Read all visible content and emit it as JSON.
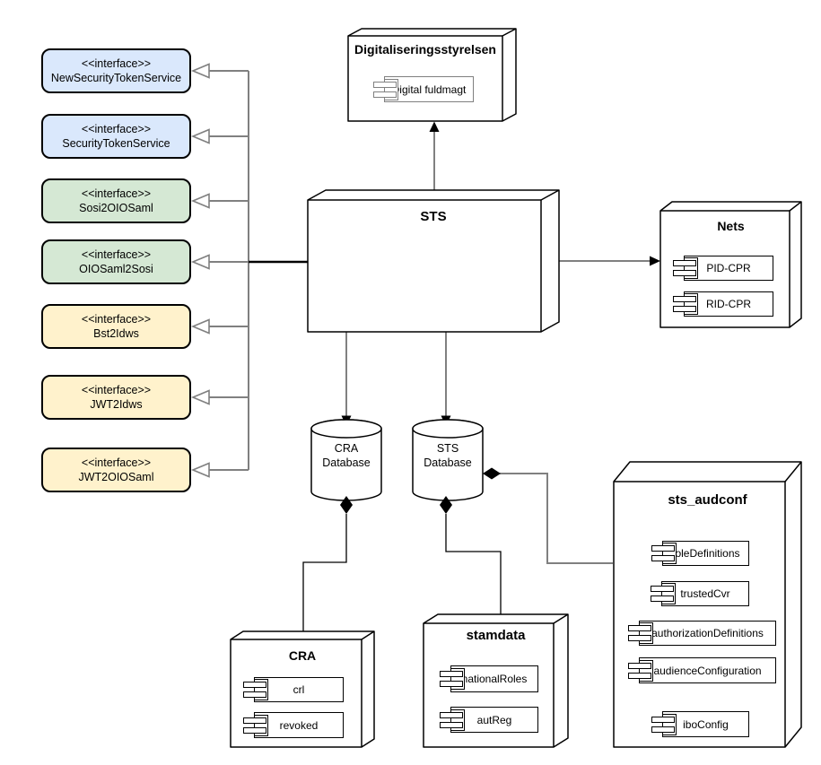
{
  "interfaces": [
    {
      "stereotype": "<<interface>>",
      "name": "NewSecurityTokenService",
      "fill": "#dae8fc"
    },
    {
      "stereotype": "<<interface>>",
      "name": "SecurityTokenService",
      "fill": "#dae8fc"
    },
    {
      "stereotype": "<<interface>>",
      "name": "Sosi2OIOSaml",
      "fill": "#d5e8d4"
    },
    {
      "stereotype": "<<interface>>",
      "name": "OIOSaml2Sosi",
      "fill": "#d5e8d4"
    },
    {
      "stereotype": "<<interface>>",
      "name": "Bst2Idws",
      "fill": "#fff2cc"
    },
    {
      "stereotype": "<<interface>>",
      "name": "JWT2Idws",
      "fill": "#fff2cc"
    },
    {
      "stereotype": "<<interface>>",
      "name": "JWT2OIOSaml",
      "fill": "#fff2cc"
    }
  ],
  "nodes": {
    "digitaliseringsstyrelsen": {
      "title": "Digitaliseringsstyrelsen"
    },
    "sts": {
      "title": "STS"
    },
    "nets": {
      "title": "Nets"
    },
    "cra": {
      "title": "CRA"
    },
    "stamdata": {
      "title": "stamdata"
    },
    "sts_audconf": {
      "title": "sts_audconf"
    }
  },
  "components": {
    "digital_fuldmagt": {
      "label": "Digital fuldmagt"
    },
    "pid_cpr": {
      "label": "PID-CPR"
    },
    "rid_cpr": {
      "label": "RID-CPR"
    },
    "crl": {
      "label": "crl"
    },
    "revoked": {
      "label": "revoked"
    },
    "national_roles": {
      "label": "nationalRoles"
    },
    "aut_reg": {
      "label": "autReg"
    },
    "role_definitions": {
      "label": "roleDefinitions"
    },
    "trusted_cvr": {
      "label": "trustedCvr"
    },
    "authorization_definitions": {
      "label": "authorizationDefinitions"
    },
    "audience_configuration": {
      "label": "audienceConfiguration"
    },
    "ibo_config": {
      "label": "iboConfig"
    }
  },
  "databases": {
    "cra_db": {
      "line1": "CRA",
      "line2": "Database"
    },
    "sts_db": {
      "line1": "STS",
      "line2": "Database"
    }
  },
  "edges": [
    {
      "from": "STS",
      "to": "NewSecurityTokenService",
      "type": "open-triangle"
    },
    {
      "from": "STS",
      "to": "SecurityTokenService",
      "type": "open-triangle"
    },
    {
      "from": "STS",
      "to": "Sosi2OIOSaml",
      "type": "open-triangle"
    },
    {
      "from": "STS",
      "to": "OIOSaml2Sosi",
      "type": "open-triangle"
    },
    {
      "from": "STS",
      "to": "Bst2Idws",
      "type": "open-triangle"
    },
    {
      "from": "STS",
      "to": "JWT2Idws",
      "type": "open-triangle"
    },
    {
      "from": "STS",
      "to": "JWT2OIOSaml",
      "type": "open-triangle"
    },
    {
      "from": "STS",
      "to": "Digitaliseringsstyrelsen",
      "type": "solid-arrow"
    },
    {
      "from": "STS",
      "to": "Nets",
      "type": "solid-arrow"
    },
    {
      "from": "STS",
      "to": "CRA Database",
      "type": "solid-arrow"
    },
    {
      "from": "STS",
      "to": "STS Database",
      "type": "solid-arrow"
    },
    {
      "from": "CRA Database",
      "to": "CRA",
      "type": "composition-diamond"
    },
    {
      "from": "STS Database",
      "to": "stamdata",
      "type": "composition-diamond"
    },
    {
      "from": "STS Database",
      "to": "sts_audconf",
      "type": "composition-diamond"
    },
    {
      "from": "audienceConfiguration",
      "to": "iboConfig",
      "type": "line"
    }
  ],
  "colors": {
    "interface_blue": "#dae8fc",
    "interface_green": "#d5e8d4",
    "interface_yellow": "#fff2cc",
    "connector_gray": "#808080",
    "outline_black": "#000000",
    "background": "#ffffff"
  }
}
